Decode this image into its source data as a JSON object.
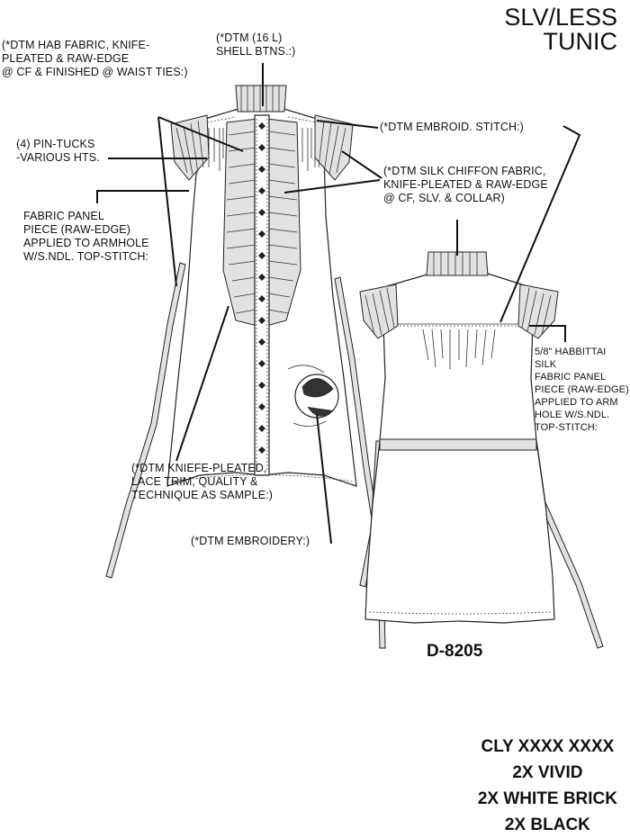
{
  "title": "SLV/LESS\nTUNIC",
  "style_number": "D-8205",
  "callouts": {
    "hab_fabric": "(*DTM HAB FABRIC, KNIFE-\nPLEATED & RAW-EDGE\n@ CF & FINISHED @ WAIST TIES:)",
    "shell_buttons": "(*DTM (16 L)\nSHELL BTNS.:)",
    "embroid_stitch": "(*DTM EMBROID. STITCH:)",
    "pin_tucks": "(4) PIN-TUCKS\n-VARIOUS HTS.",
    "silk_chiffon": "(*DTM SILK CHIFFON  FABRIC,\nKNIFE-PLEATED & RAW-EDGE\n@ CF, SLV. & COLLAR)",
    "fabric_panel": "FABRIC PANEL\nPIECE (RAW-EDGE)\nAPPLIED TO ARMHOLE\nW/S.NDL.  TOP-STITCH:",
    "habbittai_panel": "5/8”  HABBITTAI SILK\nFABRIC PANEL\nPIECE (RAW-EDGE)\nAPPLIED TO ARM\nHOLE W/S.NDL.\nTOP-STITCH:",
    "lace_trim": "(*DTM KNIEFE-PLEATED,\nLACE TRIM, QUALITY &\nTECHNIQUE AS SAMPLE:)",
    "embroidery": "(*DTM EMBROIDERY:)"
  },
  "colorways": [
    "CLY XXXX XXXX",
    "2X VIVID",
    "2X WHITE BRICK",
    "2X BLACK"
  ]
}
